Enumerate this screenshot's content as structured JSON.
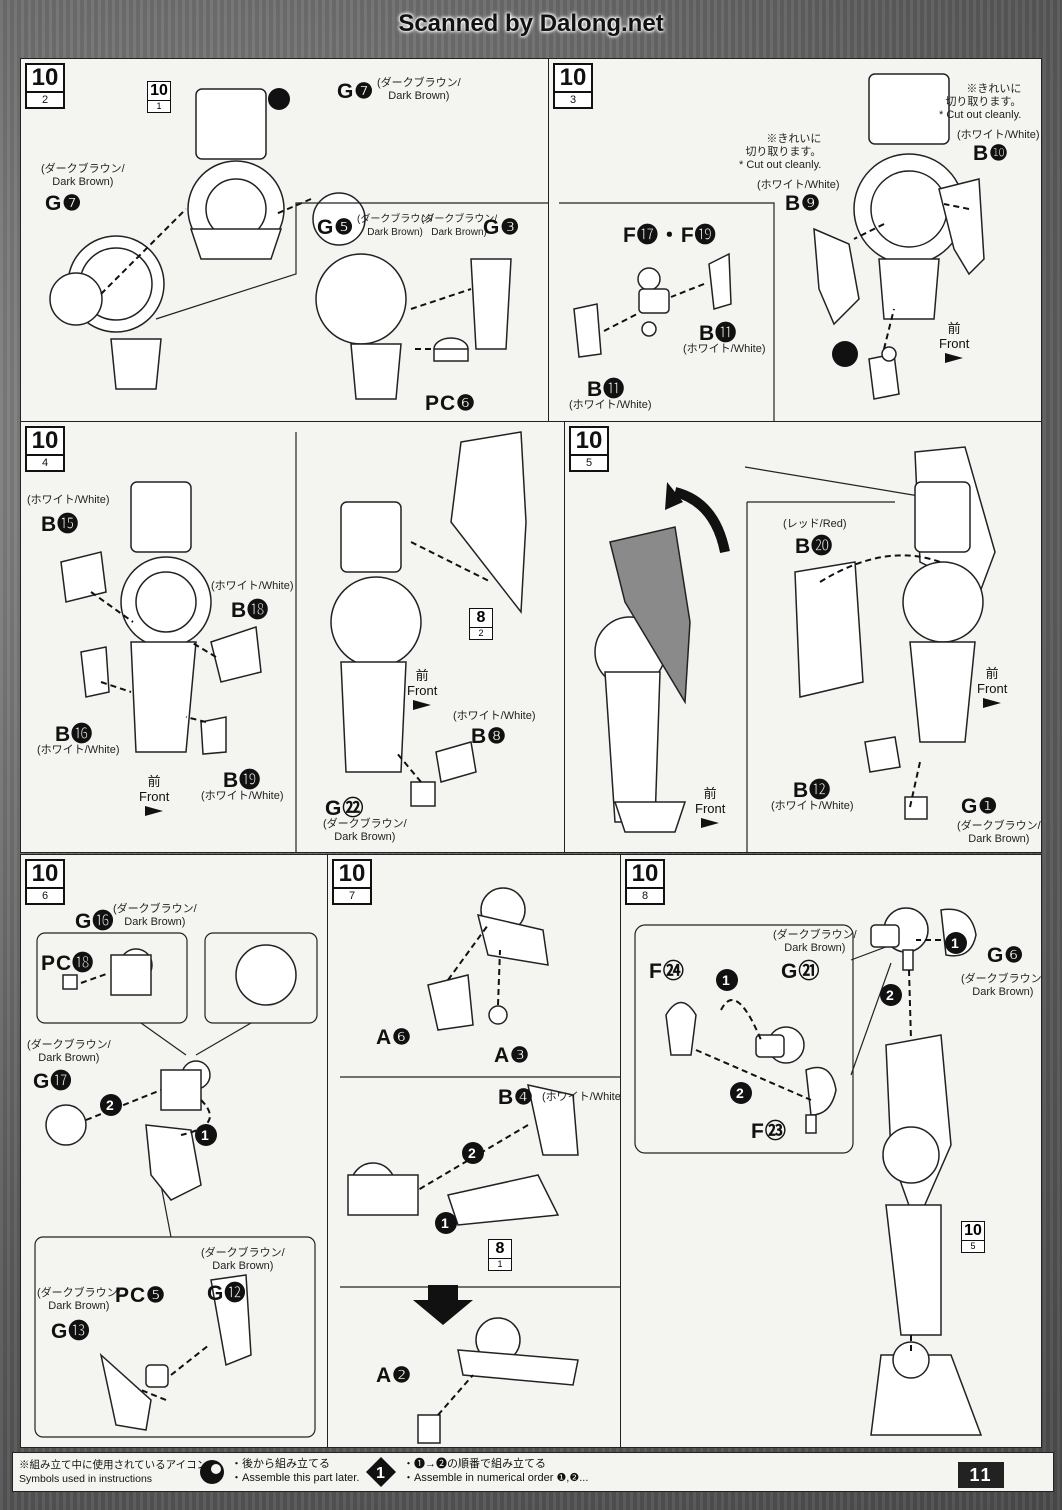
{
  "header": "Scanned by Dalong.net",
  "steps": {
    "s2": {
      "num": "10",
      "sub": "2"
    },
    "s3": {
      "num": "10",
      "sub": "3"
    },
    "s4": {
      "num": "10",
      "sub": "4"
    },
    "s5": {
      "num": "10",
      "sub": "5"
    },
    "s6": {
      "num": "10",
      "sub": "6"
    },
    "s7": {
      "num": "10",
      "sub": "7"
    },
    "s8": {
      "num": "10",
      "sub": "8"
    }
  },
  "refs": {
    "r10_1": {
      "num": "10",
      "sub": "1"
    },
    "r8_2": {
      "num": "8",
      "sub": "2"
    },
    "r8_1": {
      "num": "8",
      "sub": "1"
    },
    "r10_5": {
      "num": "10",
      "sub": "5"
    }
  },
  "colors": {
    "dark_brown": "(ダークブラウン/\nDark Brown)",
    "white": "(ホワイト/White)",
    "red": "(レッド/Red)"
  },
  "notes": {
    "cut_ja": "※きれいに\n切り取ります。",
    "cut_en": "* Cut out cleanly."
  },
  "front": {
    "ja": "前",
    "en": "Front"
  },
  "parts": {
    "p2_g7a": "G❼",
    "p2_g7b": "G❼",
    "p2_g5": "G❺",
    "p2_g3": "G❸",
    "p2_pc6": "PC❻",
    "p3_f17": "F⓱・F⓳",
    "p3_b9": "B❾",
    "p3_b10": "B❿",
    "p3_b11a": "B⓫",
    "p3_b11b": "B⓫",
    "p4_b15": "B⓯",
    "p4_b18": "B⓲",
    "p4_b16": "B⓰",
    "p4_b19": "B⓳",
    "p4_b8": "B❽",
    "p4_g22": "G㉒",
    "p5_b20": "B⓴",
    "p5_b12": "B⓬",
    "p5_g1": "G❶",
    "p6_g16": "G⓰",
    "p6_pc18": "PC⓲",
    "p6_g17": "G⓱",
    "p6_pc5": "PC❺",
    "p6_g12": "G⓬",
    "p6_g13": "G⓭",
    "p7_a6": "A❻",
    "p7_a3": "A❸",
    "p7_b4": "B❹",
    "p7_a2": "A❷",
    "p8_f24": "F㉔",
    "p8_g21": "G㉑",
    "p8_g6": "G❻",
    "p8_f23": "F㉓"
  },
  "footer": {
    "label_ja": "※組み立て中に使用されているアイコン",
    "label_en": "Symbols used in instructions",
    "later_ja": "・後から組み立てる",
    "later_en": "・Assemble this part later.",
    "order_ja": "・❶→❷の順番で組み立てる",
    "order_en": "・Assemble in numerical order ❶,❷...",
    "order_icon": "1"
  },
  "page_number": "11"
}
